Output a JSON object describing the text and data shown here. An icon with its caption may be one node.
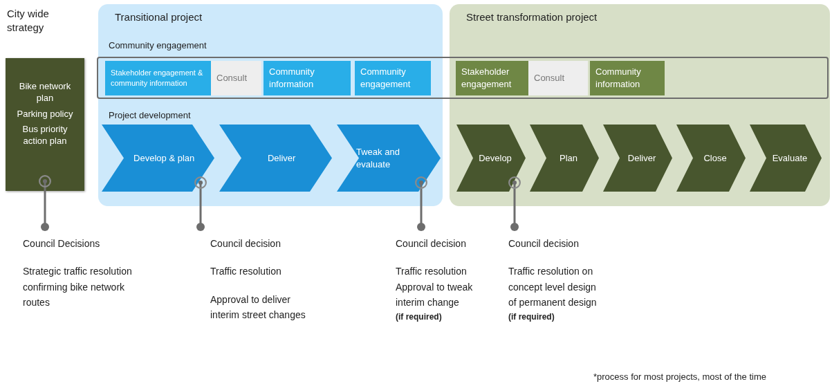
{
  "diagram": {
    "nodes": [
      {
        "text": [
          "City wide strategy",
          "Bike network plan",
          "Parking policy",
          "Bus priority action plan"
        ]
      },
      {
        "text": [
          "Transitional project"
        ]
      },
      {
        "text": [
          "Street transformation project"
        ]
      },
      {
        "text": [
          "Stakeholder engagement & community information"
        ],
        "in": 1
      },
      {
        "text": [
          "Consult"
        ],
        "in": 1
      },
      {
        "text": [
          "Community information"
        ],
        "in": 1
      },
      {
        "text": [
          "Community engagement"
        ],
        "in": 1
      },
      {
        "text": [
          "Stakeholder engagement"
        ],
        "in": 2
      },
      {
        "text": [
          "Consult"
        ],
        "in": 2
      },
      {
        "text": [
          "Community information"
        ],
        "in": 2
      },
      {
        "text": [
          "Develop & plan"
        ],
        "in": 1
      },
      {
        "text": [
          "Deliver"
        ],
        "in": 1
      },
      {
        "text": [
          "Tweak and evaluate"
        ],
        "in": 1
      },
      {
        "text": [
          "Develop"
        ],
        "in": 2
      },
      {
        "text": [
          "Plan"
        ],
        "in": 2
      },
      {
        "text": [
          "Deliver"
        ],
        "in": 2
      },
      {
        "text": [
          "Close"
        ],
        "in": 2
      },
      {
        "text": [
          "Evaluate"
        ],
        "in": 2
      },
      {
        "text": [
          "Council Decisions",
          "Strategic traffic resolution confirming bike network routes"
        ]
      },
      {
        "text": [
          "Council decision",
          "Traffic resolution",
          "Approval to deliver interim street changes"
        ]
      },
      {
        "text": [
          "Council decision",
          "Traffic resolution",
          "Approval to tweak interim change",
          "(if required)"
        ]
      },
      {
        "text": [
          "Council decision",
          "Traffic resolution on concept level design of permanent design",
          "(if required)"
        ]
      }
    ],
    "edges": [
      {
        "from": 18,
        "to": 0,
        "arrow": "other"
      },
      {
        "from": 19,
        "to": 10,
        "arrow": "other"
      },
      {
        "from": 20,
        "to": 12,
        "arrow": "other"
      },
      {
        "from": 21,
        "to": 13,
        "arrow": "other"
      }
    ],
    "labels": [
      "Community engagement",
      "Project development",
      "*process for most projects, most of the time"
    ]
  }
}
